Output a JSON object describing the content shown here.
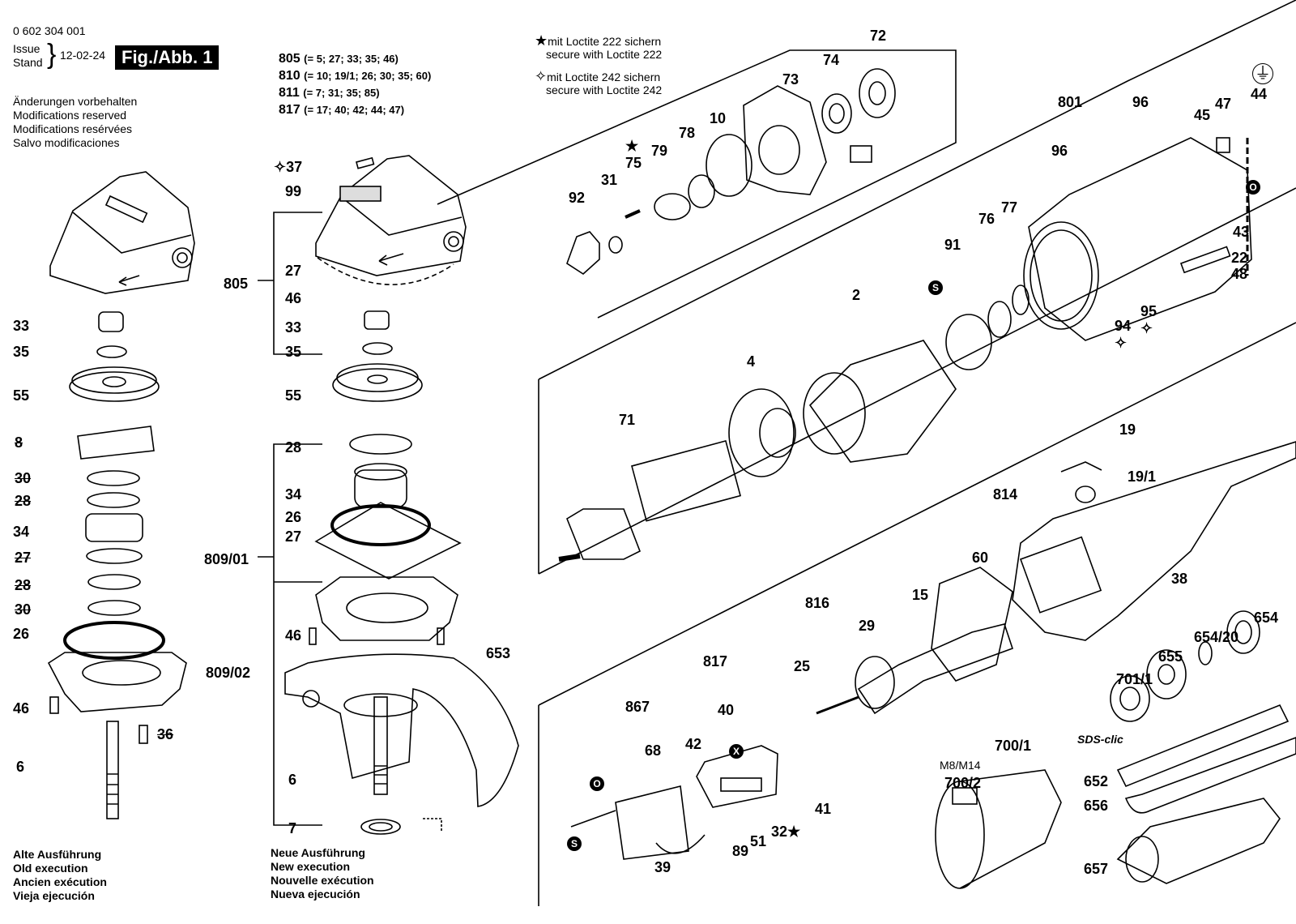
{
  "header": {
    "doc_number": "0 602 304 001",
    "issue_label": "Issue",
    "stand_label": "Stand",
    "issue_date": "12-02-24",
    "figure_label": "Fig./Abb. 1"
  },
  "modifications": [
    "Änderungen vorbehalten",
    "Modifications reserved",
    "Modifications resérvées",
    "Salvo modificaciones"
  ],
  "kits": [
    {
      "num": "805",
      "parts": "(= 5; 27; 33; 35; 46)"
    },
    {
      "num": "810",
      "parts": "(= 10; 19/1; 26; 30; 35; 60)"
    },
    {
      "num": "811",
      "parts": "(= 7; 31; 35; 85)"
    },
    {
      "num": "817",
      "parts": "(= 17; 40; 42; 44; 47)"
    }
  ],
  "loctite": [
    {
      "symbol": "★",
      "line1": "mit Loctite 222 sichern",
      "line2": "secure with Loctite 222"
    },
    {
      "symbol": "✧",
      "line1": "mit Loctite 242 sichern",
      "line2": "secure with Loctite 242"
    }
  ],
  "old_execution": [
    "Alte Ausführung",
    "Old execution",
    "Ancien exécution",
    "Vieja ejecución"
  ],
  "new_execution": [
    "Neue Ausführung",
    "New execution",
    "Nouvelle exécution",
    "Nueva ejecución"
  ],
  "left_labels": [
    "33",
    "35",
    "55",
    "8",
    "30",
    "28",
    "34",
    "27",
    "28",
    "30",
    "26",
    "46",
    "6",
    "36",
    "809/02"
  ],
  "mid_labels": [
    "37",
    "99",
    "805",
    "27",
    "46",
    "33",
    "35",
    "55",
    "28",
    "34",
    "26",
    "27",
    "809/01",
    "46",
    "6",
    "7",
    "653"
  ],
  "top_labels": [
    "92",
    "31",
    "75",
    "79",
    "78",
    "10",
    "73",
    "74",
    "72"
  ],
  "motor_labels": [
    "71",
    "4",
    "2",
    "91",
    "76",
    "77",
    "801",
    "96",
    "96",
    "94",
    "95",
    "45",
    "47",
    "44",
    "43",
    "22",
    "48"
  ],
  "handle_labels": [
    "19",
    "19/1",
    "814",
    "60",
    "38",
    "15",
    "29",
    "816",
    "25",
    "817",
    "40",
    "42",
    "867",
    "68",
    "89",
    "51",
    "32",
    "41",
    "39"
  ],
  "acc_labels": [
    "654",
    "654/20",
    "655",
    "701/1",
    "SDS-clic",
    "M8/M14",
    "700/1",
    "700/2",
    "652",
    "656",
    "657"
  ],
  "symbols": {
    "s": "S",
    "o": "O",
    "x": "X",
    "ground": "⏚"
  },
  "colors": {
    "ink": "#000000",
    "paper": "#ffffff"
  }
}
